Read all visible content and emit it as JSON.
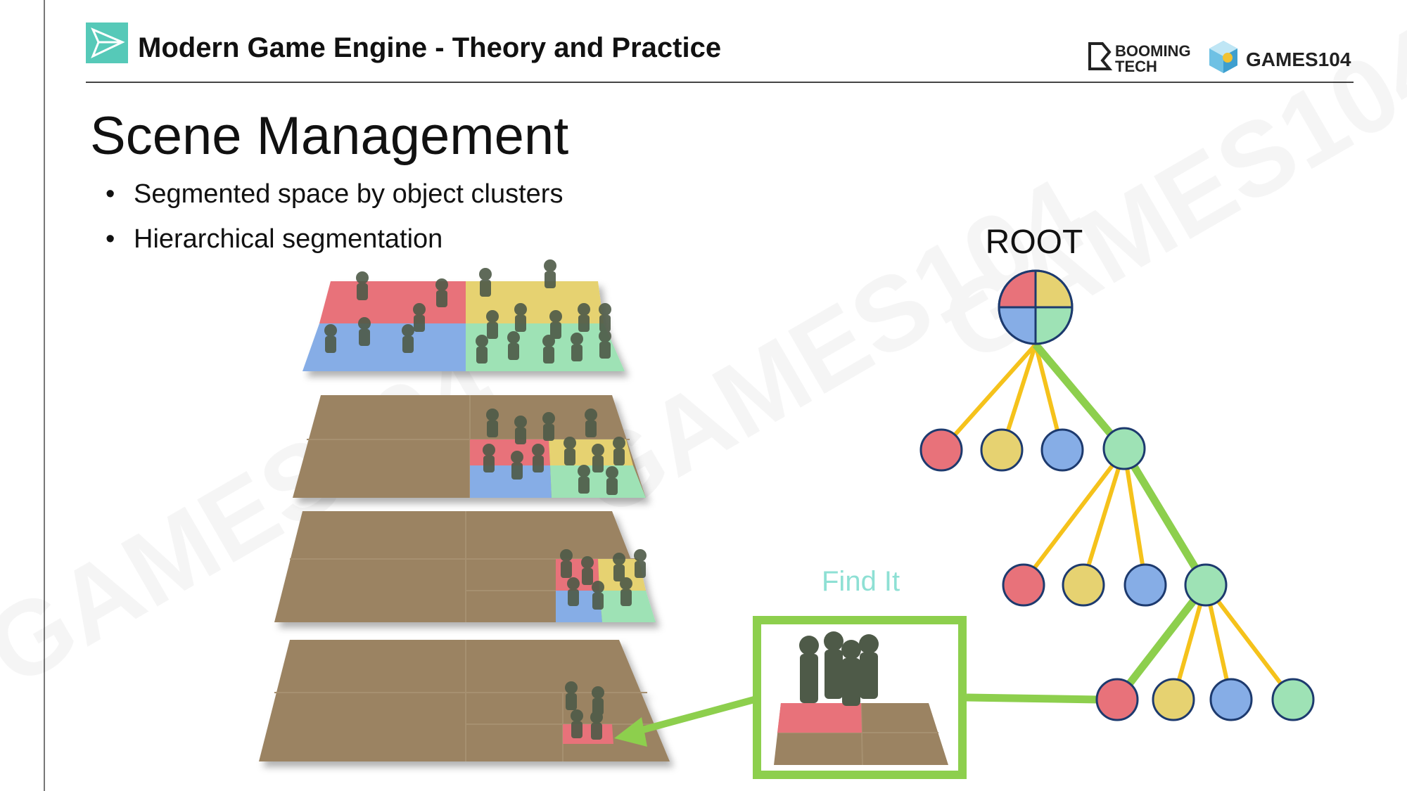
{
  "header": {
    "course_title": "Modern Game Engine - Theory and Practice",
    "logo_booming_line1": "BOOMING",
    "logo_booming_line2": "TECH",
    "logo_games": "GAMES104"
  },
  "slide": {
    "title": "Scene Management",
    "bullets": [
      "Segmented space by object clusters",
      "Hierarchical segmentation"
    ]
  },
  "diagram": {
    "root_label": "ROOT",
    "find_label": "Find It",
    "quadrant_colors": {
      "red": "#e8727a",
      "yellow": "#e6d271",
      "blue": "#86ade6",
      "green": "#9ee2b5"
    },
    "ground_color": "#9b8362",
    "highlight_color": "#8dcf4d",
    "branch_color": "#f5c21b",
    "watermark_text": "GAMES104"
  }
}
